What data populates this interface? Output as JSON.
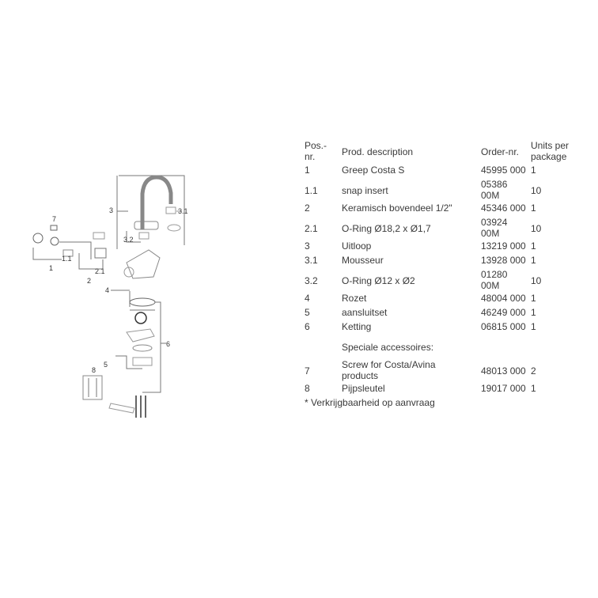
{
  "headers": {
    "pos": [
      "Pos.-",
      "nr."
    ],
    "desc": "Prod. description",
    "order": "Order-nr.",
    "units": [
      "Units per",
      "package"
    ]
  },
  "rows": [
    {
      "pos": "1",
      "desc": [
        "Greep Costa S"
      ],
      "order": [
        "45995 000"
      ],
      "units": "1"
    },
    {
      "pos": "1.1",
      "desc": [
        "snap insert"
      ],
      "order": [
        "05386",
        "00M"
      ],
      "units": "10"
    },
    {
      "pos": "2",
      "desc": [
        "Keramisch bovendeel 1/2\""
      ],
      "order": [
        "45346 000"
      ],
      "units": "1"
    },
    {
      "pos": "2.1",
      "desc": [
        "O-Ring Ø18,2 x Ø1,7"
      ],
      "order": [
        "03924",
        "00M"
      ],
      "units": "10"
    },
    {
      "pos": "3",
      "desc": [
        "Uitloop"
      ],
      "order": [
        "13219 000"
      ],
      "units": "1"
    },
    {
      "pos": "3.1",
      "desc": [
        "Mousseur"
      ],
      "order": [
        "13928 000"
      ],
      "units": "1"
    },
    {
      "pos": "3.2",
      "desc": [
        "O-Ring Ø12 x Ø2"
      ],
      "order": [
        "01280",
        "00M"
      ],
      "units": "10"
    },
    {
      "pos": "4",
      "desc": [
        "Rozet"
      ],
      "order": [
        "48004 000"
      ],
      "units": "1"
    },
    {
      "pos": "5",
      "desc": [
        "aansluitset"
      ],
      "order": [
        "46249 000"
      ],
      "units": "1"
    },
    {
      "pos": "6",
      "desc": [
        "Ketting"
      ],
      "order": [
        "06815 000"
      ],
      "units": "1"
    }
  ],
  "accessories_heading": "Speciale accessoires:",
  "accessory_rows": [
    {
      "pos": "7",
      "desc": [
        "Screw for Costa/Avina",
        "products"
      ],
      "order": [
        "48013 000"
      ],
      "units": "2"
    },
    {
      "pos": "8",
      "desc": [
        "Pijpsleutel"
      ],
      "order": [
        "19017 000"
      ],
      "units": "1"
    }
  ],
  "footnote": "* Verkrijgbaarheid op aanvraag",
  "diagram_labels": {
    "l1": "1",
    "l11": "1.1",
    "l2": "2",
    "l21": "2.1",
    "l3": "3",
    "l31": "3.1",
    "l32": "3.2",
    "l4": "4",
    "l5": "5",
    "l6": "6",
    "l7": "7",
    "l8": "8"
  }
}
